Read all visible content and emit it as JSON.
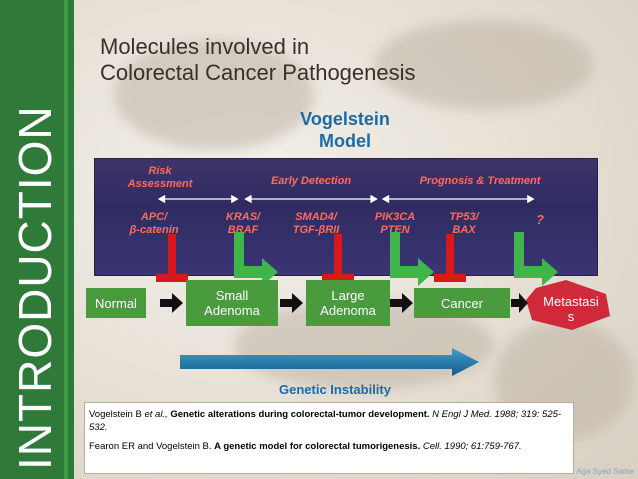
{
  "side_label": "INTRODUCTION",
  "title_lines": [
    "Molecules involved in",
    "Colorectal Cancer Pathogenesis"
  ],
  "model_title_lines": [
    "Vogelstein",
    "Model"
  ],
  "panel": {
    "categories": {
      "risk_line1": "Risk",
      "risk_line2": "Assessment",
      "early": "Early Detection",
      "prognosis": "Prognosis & Treatment"
    },
    "genes": [
      {
        "line1": "APC/",
        "line2": "β-catenin",
        "marker": "inhibitor"
      },
      {
        "line1": "KRAS/",
        "line2": "BRAF",
        "marker": "activator"
      },
      {
        "line1": "SMAD4/",
        "line2": "TGF-βRII",
        "marker": "inhibitor"
      },
      {
        "line1": "PIK3CA",
        "line2": "PTEN",
        "marker": "activator"
      },
      {
        "line1": "TP53/",
        "line2": "BAX",
        "marker": "inhibitor"
      },
      {
        "line1": "?",
        "line2": "",
        "marker": "activator"
      }
    ]
  },
  "stages": {
    "normal": "Normal",
    "small_adenoma_1": "Small",
    "small_adenoma_2": "Adenoma",
    "large_adenoma_1": "Large",
    "large_adenoma_2": "Adenoma",
    "cancer": "Cancer",
    "metastasis_1": "Metastasi",
    "metastasis_2": "s"
  },
  "genetic_instability": "Genetic Instability",
  "references": {
    "ref1_author": "Vogelstein B ",
    "ref1_etal": "et al.,",
    "ref1_title": " Genetic alterations during colorectal-tumor development.",
    "ref1_journal": " N Engl J Med. 1988; 319: 525-532.",
    "ref2_author": "Fearon ER and Vogelstein B.  ",
    "ref2_title": "A genetic model for colorectal tumorigenesis.",
    "ref2_journal": " Cell. 1990; 61:759-767."
  },
  "author_credit": "Aga Syed Same",
  "colors": {
    "side_band": "#2f7a38",
    "panel": "#2f2b62",
    "gene_text": "#ff6a5a",
    "inhibitor": "#d8191c",
    "activator": "#3fb54a",
    "stage_box": "#4a9a3e",
    "metastasis": "#d02a3a",
    "instability_bar": "#1a6aa0",
    "accent_blue": "#1d6aa6"
  }
}
